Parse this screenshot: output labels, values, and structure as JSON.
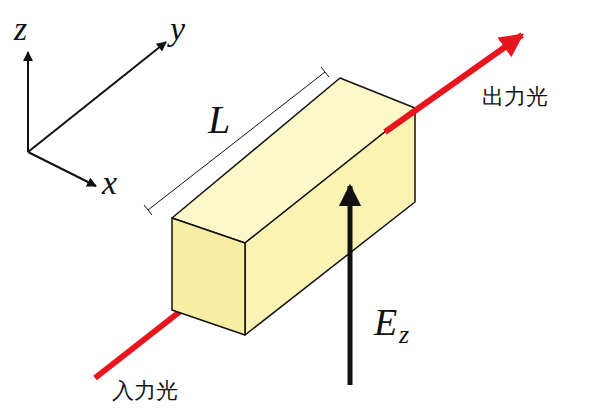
{
  "diagram": {
    "labels": [
      "z",
      "y",
      "x",
      "L",
      "入力光",
      "出力光",
      "E",
      "z"
    ]
  }
}
